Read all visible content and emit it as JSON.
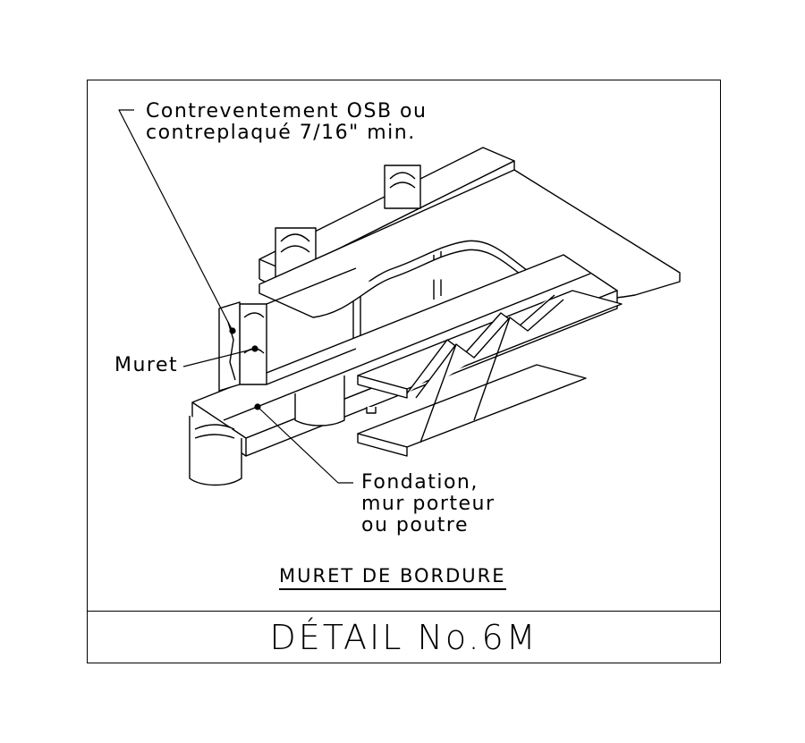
{
  "labels": {
    "osb_line1": "Contreventement OSB ou",
    "osb_line2": "contreplaqué 7/16\" min.",
    "muret": "Muret",
    "fondation_line1": "Fondation,",
    "fondation_line2": "mur porteur",
    "fondation_line3": "ou poutre"
  },
  "subtitle": "MURET DE BORDURE",
  "title": "DÉTAIL No.6M"
}
